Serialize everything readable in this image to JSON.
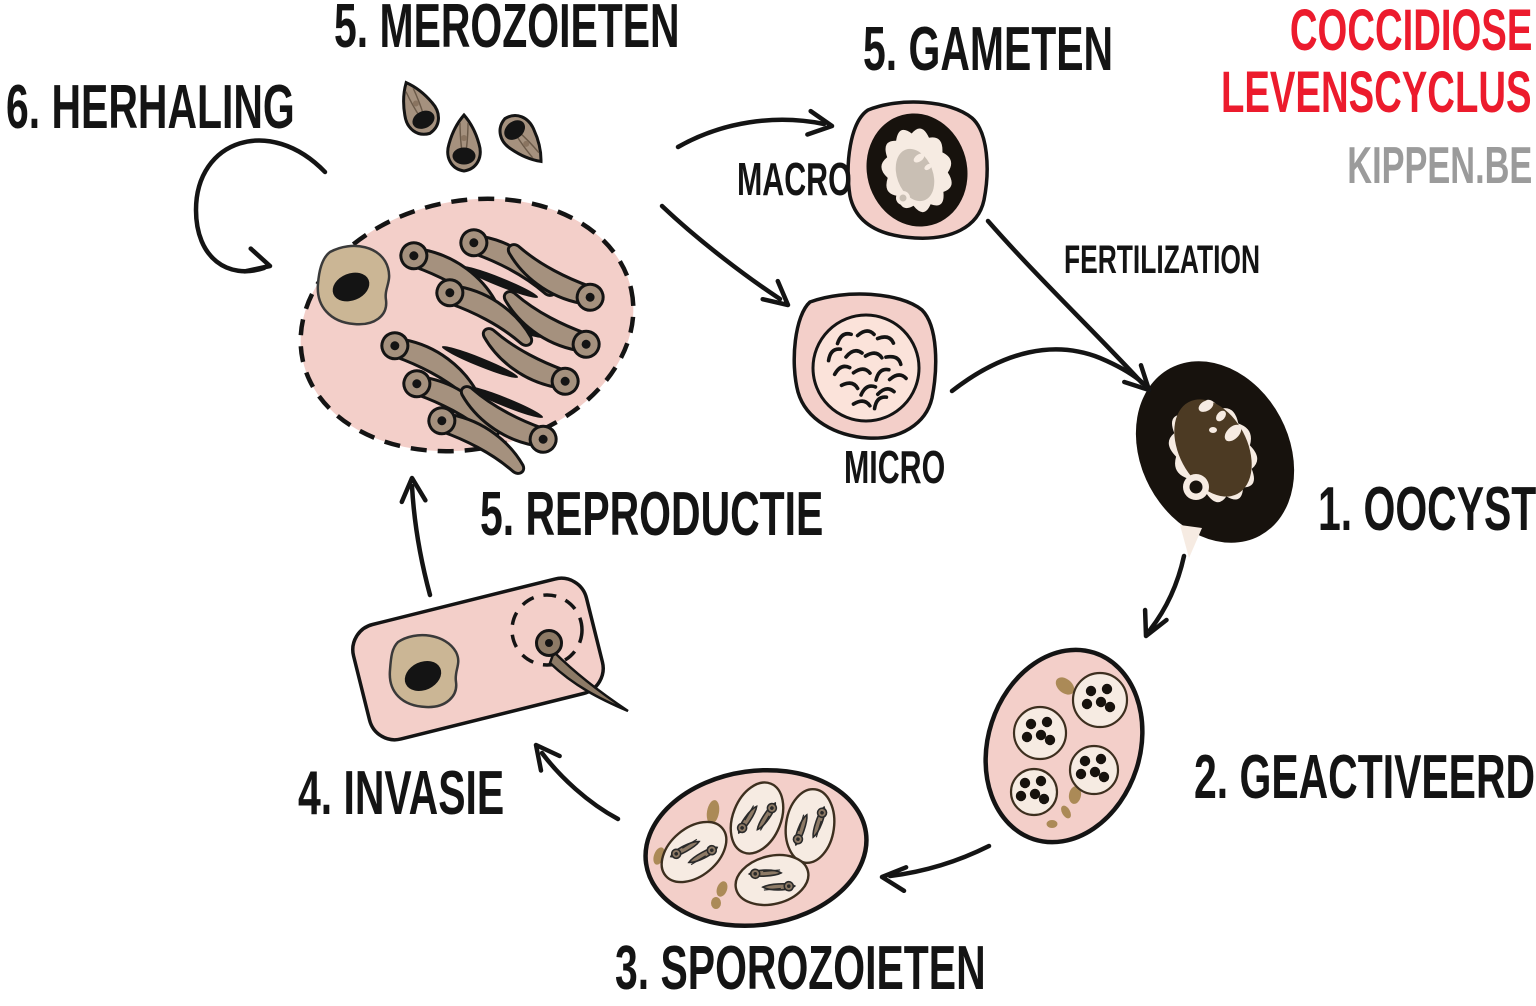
{
  "header": {
    "title_line1": "COCCIDIOSE",
    "title_line2": "LEVENSCYCLUS",
    "site": "KIPPEN.BE"
  },
  "labels": {
    "merozoieten": "5. MEROZOIETEN",
    "herhaling": "6. HERHALING",
    "gameten": "5. GAMETEN",
    "macro": "MACRO",
    "fertilization": "FERTILIZATION",
    "micro": "MICRO",
    "oocyst": "1. OOCYST",
    "reproductie": "5. REPRODUCTIE",
    "geactiveerd": "2. GEACTIVEERD",
    "invasie": "4. INVASIE",
    "sporozoieten": "3. SPOROZOIETEN"
  },
  "colors": {
    "outline": "#141414",
    "cell_pink": "#f3cfc9",
    "cell_pink_light": "#fbe3da",
    "cream": "#f6ebe2",
    "tan_nucleus": "#cbb695",
    "tan_fleck": "#ab8a57",
    "merozoite": "#a5917e",
    "sporozoite": "#8d7a66",
    "dark_brown": "#4c3a23",
    "oocyst_black": "#17120d",
    "nucleus_gray": "#c9bfb4",
    "accent_red": "#ec1b2d",
    "site_gray": "#9b9b9b"
  }
}
